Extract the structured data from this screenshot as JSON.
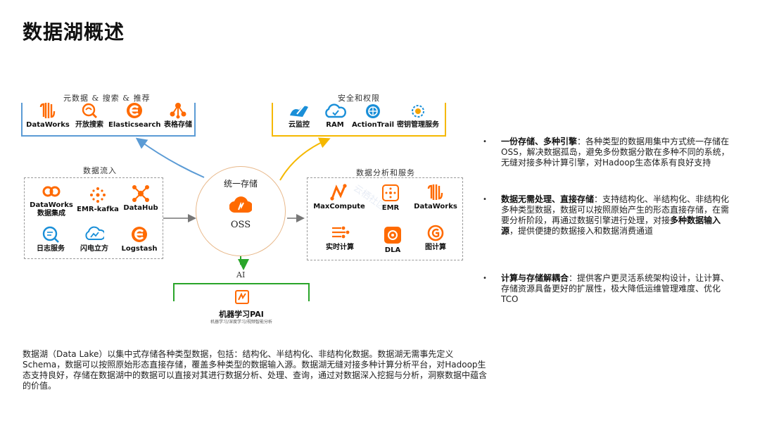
{
  "title": "数据湖概述",
  "diagram": {
    "metadata_group": {
      "label": "元数据 & 搜索 & 推荐",
      "items": [
        "DataWorks",
        "开放搜索",
        "Elasticsearch",
        "表格存储"
      ]
    },
    "security_group": {
      "label": "安全和权限",
      "items": [
        "云监控",
        "RAM",
        "ActionTrail",
        "密钥管理服务"
      ]
    },
    "inflow_group": {
      "label": "数据流入",
      "items": [
        "DataWorks\n数据集成",
        "EMR-kafka",
        "DataHub",
        "日志服务",
        "闪电立方",
        "Logstash"
      ]
    },
    "center": {
      "title": "统一存储",
      "label": "OSS"
    },
    "analysis_group": {
      "label": "数据分析和服务",
      "items": [
        "MaxCompute",
        "EMR",
        "DataWorks",
        "实时计算",
        "DLA",
        "图计算"
      ]
    },
    "ai_group": {
      "label": "AI",
      "name": "机器学习PAI",
      "sub": "机器学习/深度学习/视频智能分析"
    }
  },
  "bullets": [
    {
      "bold": "一份存储、多种引擎",
      "text": "：各种类型的数据用集中方式统一存储在OSS，解决数据孤岛，避免多份数据分散在多种不同的系统，无缝对接多种计算引擎，对Hadoop生态体系有良好支持"
    },
    {
      "bold": "数据无需处理、直接存储",
      "text": "：支持结构化、半结构化、非结构化多种类型数据，数据可以按照原始产生的形态直接存储，在需要分析阶段，再通过数据引擎进行处理，对接",
      "bold2": "多种数据输入源",
      "text2": "，提供便捷的数据接入和数据消费通道"
    },
    {
      "bold": "计算与存储解耦合",
      "text": "：提供客户更灵活系统架构设计，让计算、存储资源具备更好的扩展性，极大降低运维管理难度、优化TCO"
    }
  ],
  "paragraph": "数据湖（Data Lake）以集中式存储各种类型数据，包括：结构化、半结构化、非结构化数据。数据湖无需事先定义Schema，数据可以按照原始形态直接存储，覆盖多种类型的数据输入源。数据湖无缝对接多种计算分析平台，对Hadoop生态支持良好，存储在数据湖中的数据可以直接对其进行数据分析、处理、查询，通过对数据深入挖掘与分析，洞察数据中蕴含的价值。",
  "colors": {
    "accent": "#ff6a00",
    "blue": "#5b9bd5",
    "yellow": "#f5b800",
    "green": "#2aa52a",
    "security_icon": "#1a8fd8"
  }
}
